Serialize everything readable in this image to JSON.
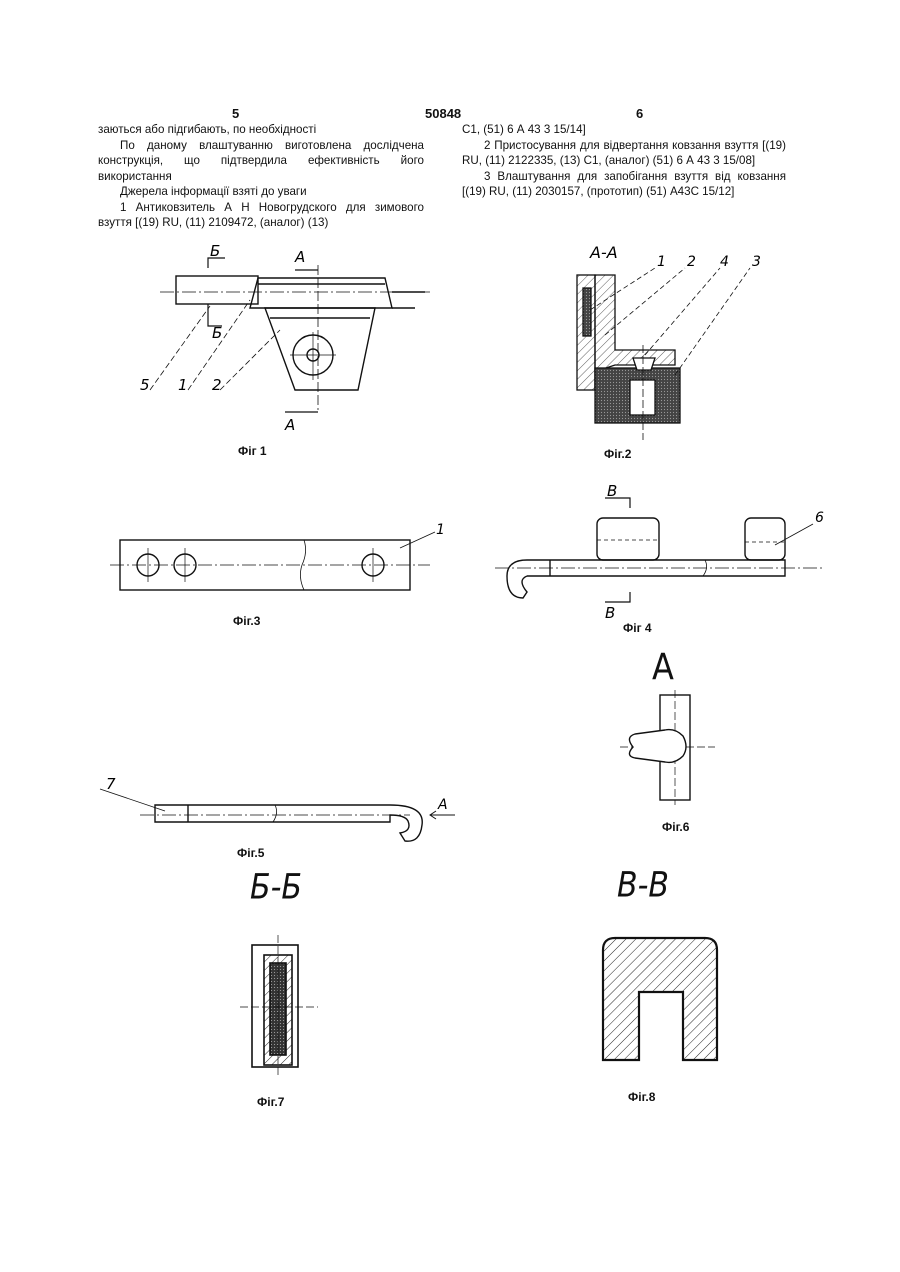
{
  "header": {
    "left_page": "5",
    "patent_number": "50848",
    "right_page": "6"
  },
  "left_column": {
    "p1": "заються або підгибають, по необхідності",
    "p2": "По даному влаштуванню виготовлена дослідчена конструкція, що підтвердила ефективність його використання",
    "p3": "Джерела інформації взяті до уваги",
    "p4": "1  Антиковзитель А Н  Новогрудского для зимового взуття [(19) RU, (11) 2109472, (аналог) (13)"
  },
  "right_column": {
    "p1": "С1, (51) 6 А 43 3 15/14]",
    "p2": "2  Пристосування для відвертання ковзання взуття [(19) RU, (11) 2122335, (13) С1, (аналог) (51) 6 А 43 3 15/08]",
    "p3": "3  Влаштування для запобігання взуття від ковзання [(19) RU, (11) 2030157, (прототип) (51) А43С 15/12]"
  },
  "figures": {
    "fig1": {
      "caption": "Фіг 1",
      "labels": {
        "section_b_top": "Б",
        "section_b_bottom": "Б",
        "section_a_top": "А",
        "section_a_bottom": "А",
        "n5": "5",
        "n1": "1",
        "n2": "2"
      }
    },
    "fig2": {
      "caption": "Фіг.2",
      "title": "А-А",
      "labels": {
        "n1": "1",
        "n2": "2",
        "n4": "4",
        "n3": "3"
      }
    },
    "fig3": {
      "caption": "Фіг.3",
      "labels": {
        "n1": "1"
      }
    },
    "fig4": {
      "caption": "Фіг 4",
      "labels": {
        "section_v_top": "В",
        "section_v_bottom": "В",
        "n6": "6"
      }
    },
    "fig5": {
      "caption": "Фіг.5",
      "labels": {
        "n7": "7",
        "arrow_a": "А"
      }
    },
    "fig6": {
      "caption": "Фіг.6",
      "view_title": "А"
    },
    "fig7": {
      "caption": "Фіг.7",
      "section_title": "Б-Б"
    },
    "fig8": {
      "caption": "Фіг.8",
      "section_title": "В-В"
    }
  }
}
